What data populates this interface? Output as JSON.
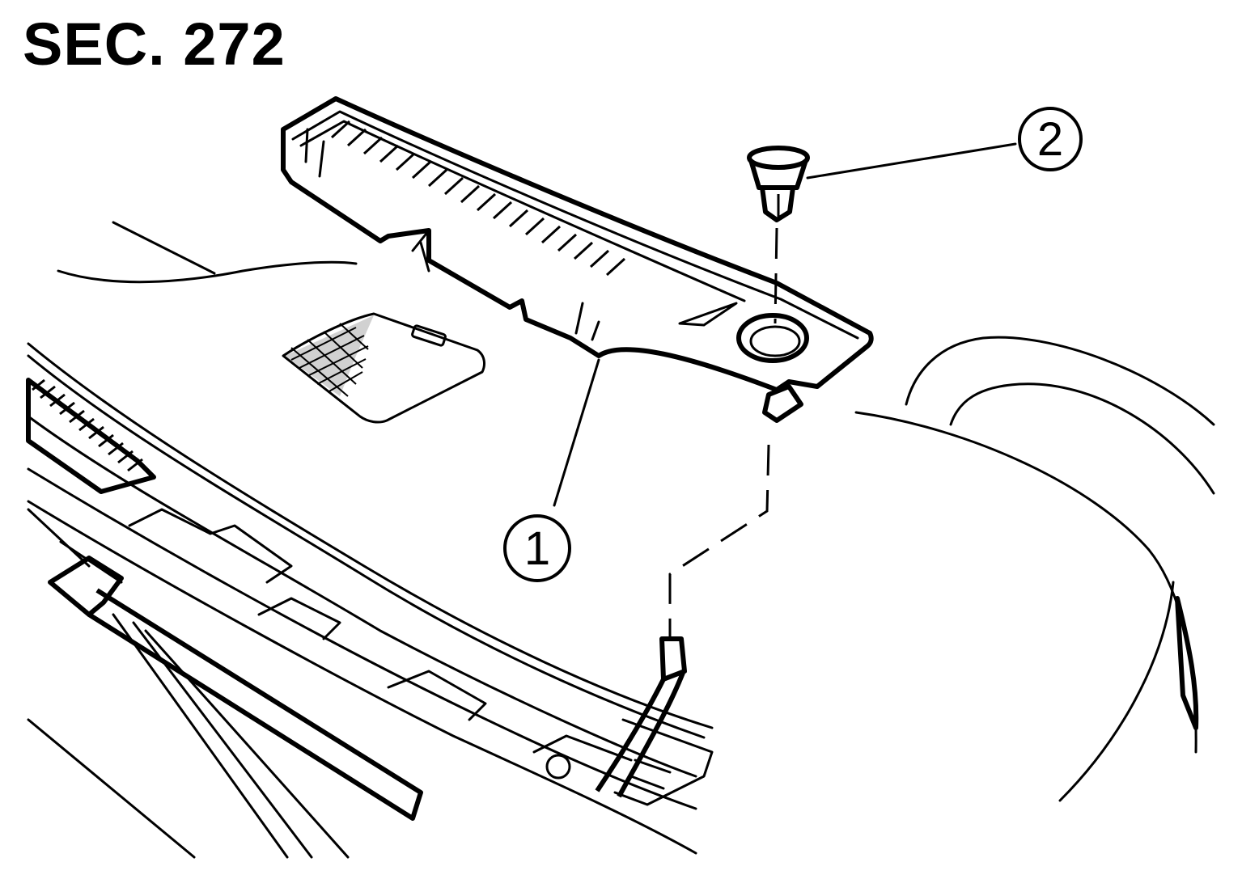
{
  "section": {
    "label": "SEC. 272"
  },
  "callouts": [
    {
      "number": "1",
      "part": "cowl-top-extension-panel"
    },
    {
      "number": "2",
      "part": "clip"
    }
  ],
  "colors": {
    "ink": "#000000",
    "paper": "#ffffff"
  }
}
